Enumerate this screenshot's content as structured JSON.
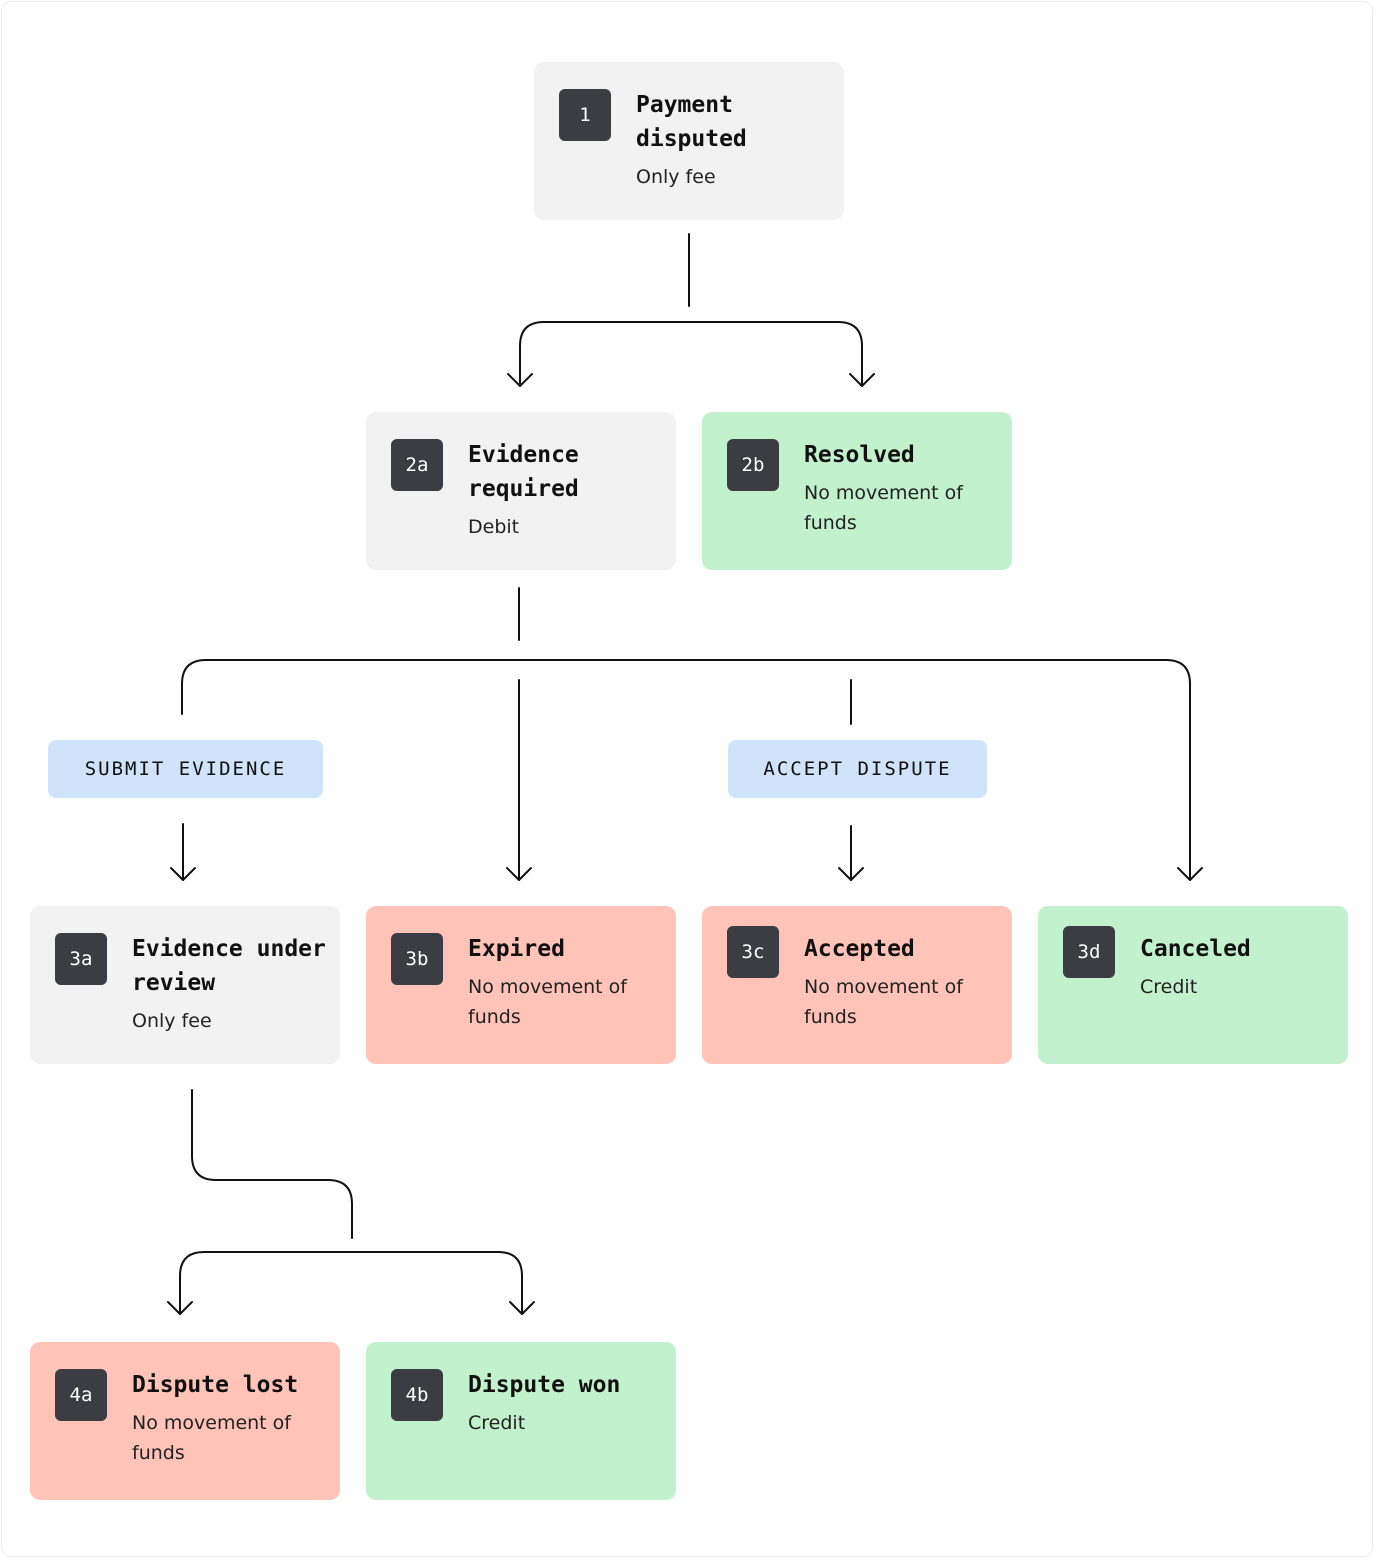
{
  "nodes": {
    "payment_disputed": {
      "id": "1",
      "title": "Payment disputed",
      "subtitle": "Only fee",
      "status": "neutral"
    },
    "evidence_required": {
      "id": "2a",
      "title": "Evidence required",
      "subtitle": "Debit",
      "status": "neutral"
    },
    "resolved": {
      "id": "2b",
      "title": "Resolved",
      "subtitle": "No movement of funds",
      "status": "success"
    },
    "evidence_under_review": {
      "id": "3a",
      "title": "Evidence under review",
      "subtitle": "Only fee",
      "status": "neutral"
    },
    "expired": {
      "id": "3b",
      "title": "Expired",
      "subtitle": "No movement of funds",
      "status": "danger"
    },
    "accepted": {
      "id": "3c",
      "title": "Accepted",
      "subtitle": "No movement of funds",
      "status": "danger"
    },
    "canceled": {
      "id": "3d",
      "title": "Canceled",
      "subtitle": "Credit",
      "status": "success"
    },
    "dispute_lost": {
      "id": "4a",
      "title": "Dispute lost",
      "subtitle": "No movement of funds",
      "status": "danger"
    },
    "dispute_won": {
      "id": "4b",
      "title": "Dispute won",
      "subtitle": "Credit",
      "status": "success"
    }
  },
  "actions": {
    "submit_evidence": "SUBMIT EVIDENCE",
    "accept_dispute": "ACCEPT DISPUTE"
  },
  "edges": [
    {
      "from": "1",
      "to": "2a"
    },
    {
      "from": "1",
      "to": "2b"
    },
    {
      "from": "2a",
      "to": "3a",
      "via": "SUBMIT EVIDENCE"
    },
    {
      "from": "2a",
      "to": "3b"
    },
    {
      "from": "2a",
      "to": "3c",
      "via": "ACCEPT DISPUTE"
    },
    {
      "from": "2a",
      "to": "3d"
    },
    {
      "from": "3a",
      "to": "4a"
    },
    {
      "from": "3a",
      "to": "4b"
    }
  ],
  "colors": {
    "neutral": "#f3f2f2",
    "success": "#c1f2cd",
    "danger": "#ffc3b8",
    "action": "#cfe3fb",
    "badge": "#3c3d43",
    "line": "#111111"
  }
}
